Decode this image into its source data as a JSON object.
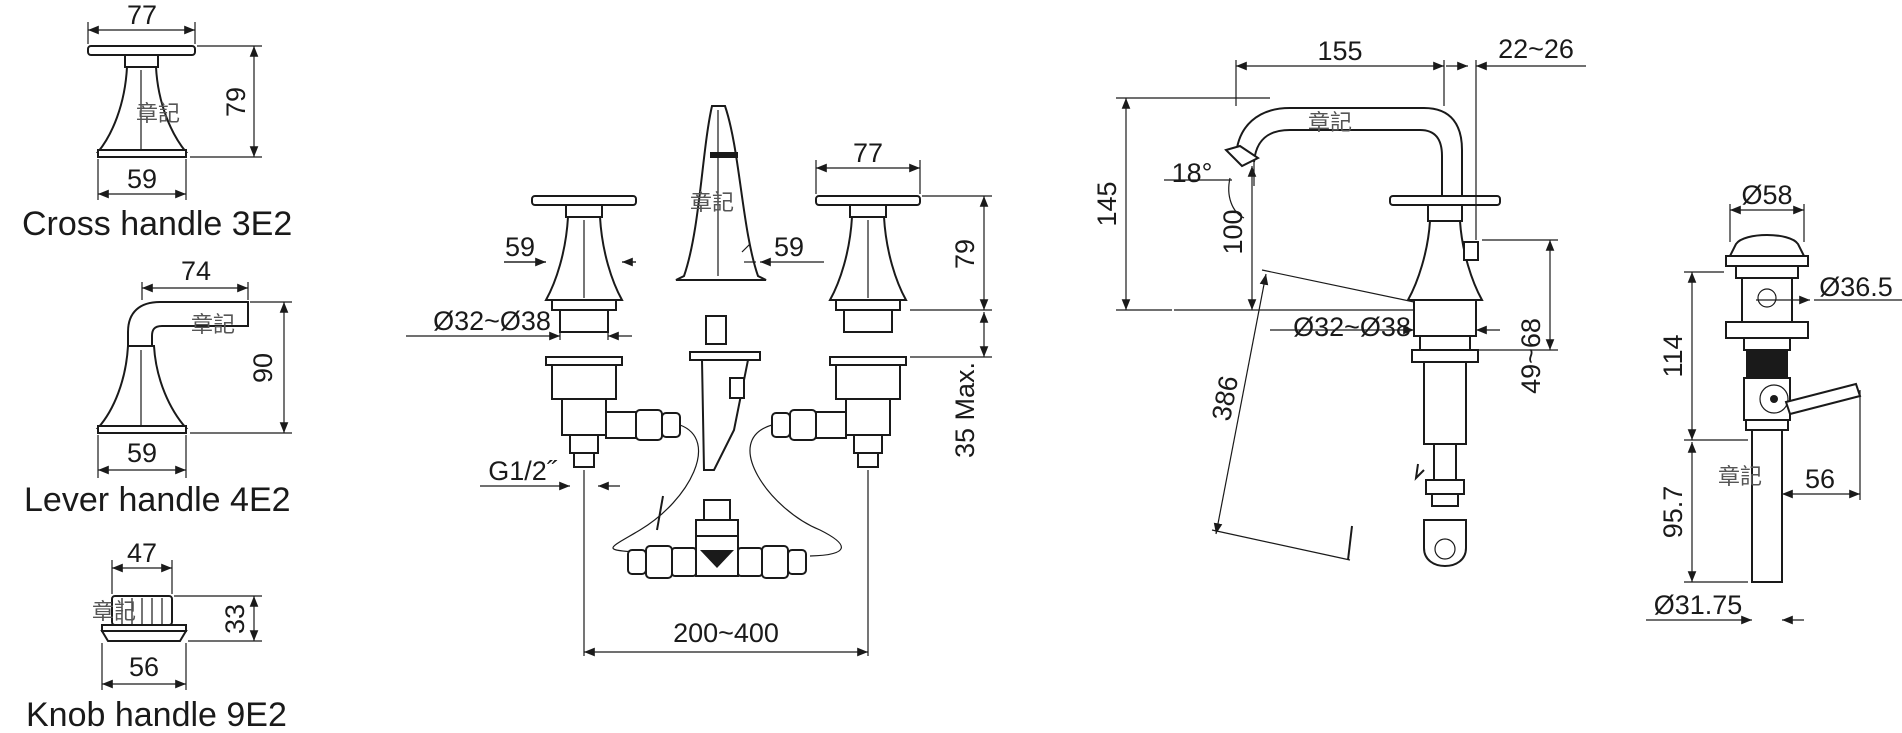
{
  "captions": {
    "cross": "Cross handle 3E2",
    "lever": "Lever handle 4E2",
    "knob": "Knob handle 9E2"
  },
  "watermark": "章記",
  "dims": {
    "cross_top": "77",
    "cross_height": "79",
    "cross_base": "59",
    "lever_top": "74",
    "lever_height": "90",
    "lever_base": "59",
    "knob_top": "47",
    "knob_height": "33",
    "knob_base": "56",
    "front_left_base": "59",
    "front_right_base": "59",
    "front_top": "77",
    "front_height": "79",
    "front_hole": "Ø32~Ø38",
    "front_thread": "G1/2˝",
    "front_max": "35 Max.",
    "front_spread": "200~400",
    "side_reach": "155",
    "side_offset": "22~26",
    "side_angle": "18°",
    "side_total": "145",
    "side_clearance": "100",
    "side_hole": "Ø32~Ø38",
    "side_deck": "49~68",
    "side_hose": "386",
    "drain_top": "Ø58",
    "drain_flange": "Ø36.5",
    "drain_upper": "114",
    "drain_lower": "95.7",
    "drain_lever": "56",
    "drain_tail": "Ø31.75"
  }
}
